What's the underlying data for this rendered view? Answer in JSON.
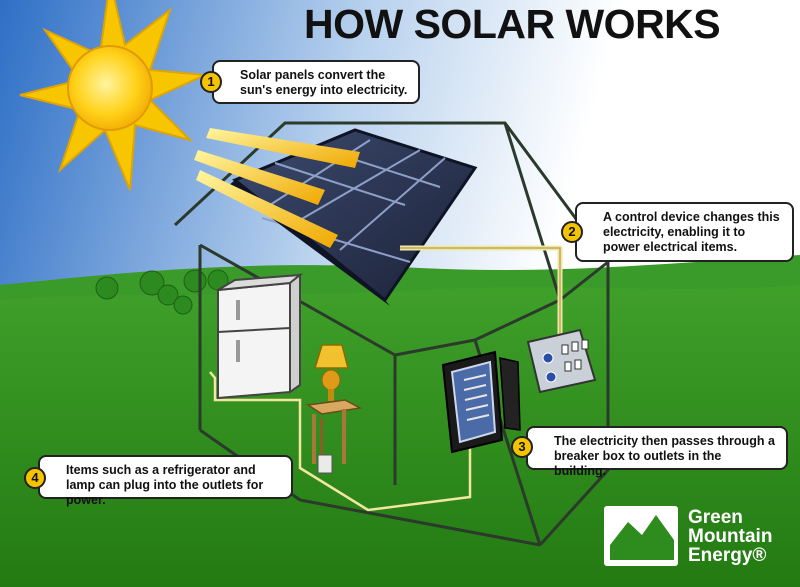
{
  "title": "HOW SOLAR WORKS",
  "callouts": [
    {
      "number": "1",
      "text": "Solar panels convert the sun's energy into electricity."
    },
    {
      "number": "2",
      "text": "A control device changes this electricity, enabling it to power electrical items."
    },
    {
      "number": "3",
      "text": "The electricity then passes through a breaker box to outlets in the building."
    },
    {
      "number": "4",
      "text": "Items such as a refrigerator and lamp can plug into the outlets for power."
    }
  ],
  "logo": {
    "line1": "Green",
    "line2": "Mountain",
    "line3": "Energy®"
  },
  "colors": {
    "sky_top": "#2d6fc4",
    "grass": "#2e8b1e",
    "sun": "#f7c600",
    "panel": "#2a3550",
    "house_line": "#2b3a2b",
    "wire": "#f2e6a0",
    "badge": "#f5c400"
  },
  "icons": [
    "sun-icon",
    "solar-panel-icon",
    "refrigerator-icon",
    "lamp-icon",
    "breaker-box-icon",
    "control-device-icon",
    "mountain-logo-icon"
  ]
}
